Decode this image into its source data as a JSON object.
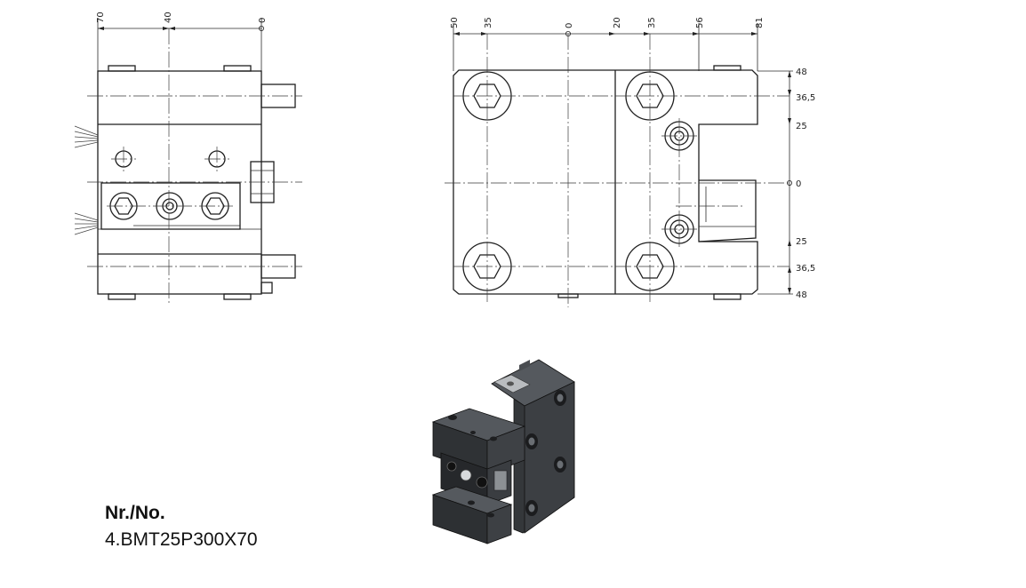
{
  "caption": {
    "label": "Nr./No.",
    "part_number": "4.BMT25P300X70"
  },
  "side_view": {
    "top_dims": [
      "70",
      "40",
      "0"
    ]
  },
  "front_view": {
    "top_dims": [
      "50",
      "35",
      "0",
      "20",
      "35",
      "56",
      "81"
    ],
    "right_dims": [
      "48",
      "36,5",
      "25",
      "0",
      "25",
      "36,5",
      "48"
    ]
  },
  "colors": {
    "line": "#1f1f1f",
    "body_dark": "#2e3033",
    "body_mid": "#45484c",
    "body_light": "#5c6065",
    "steel": "#b9bcbf"
  },
  "iso_view": {
    "subject": "tool holder block, isometric render"
  }
}
